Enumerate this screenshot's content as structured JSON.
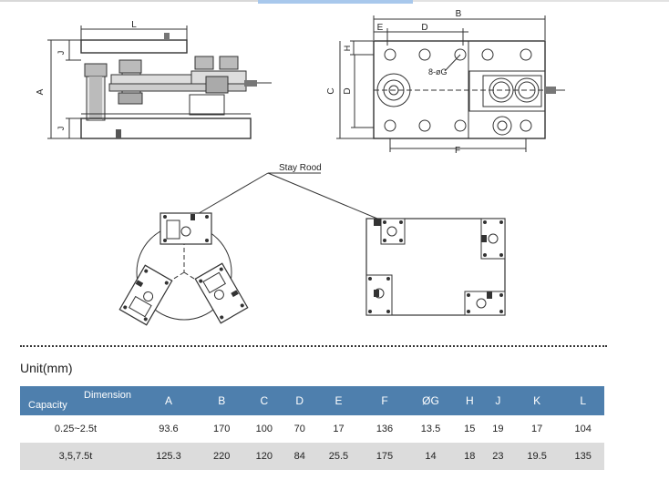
{
  "drawing": {
    "labels": {
      "L": "L",
      "A": "A",
      "J": "J",
      "B": "B",
      "E": "E",
      "D": "D",
      "H": "H",
      "C": "C",
      "F": "F",
      "G": "8-øG"
    },
    "stay_rod": "Stay Rood"
  },
  "unit_label": "Unit(mm)",
  "table": {
    "corner_top": "Dimension",
    "corner_bottom": "Capacity",
    "columns": [
      "A",
      "B",
      "C",
      "D",
      "E",
      "F",
      "ØG",
      "H",
      "J",
      "K",
      "L"
    ],
    "rows": [
      {
        "capacity": "0.25~2.5t",
        "values": [
          "93.6",
          "170",
          "100",
          "70",
          "17",
          "136",
          "13.5",
          "15",
          "19",
          "17",
          "104"
        ]
      },
      {
        "capacity": "3,5,7.5t",
        "values": [
          "125.3",
          "220",
          "120",
          "84",
          "25.5",
          "175",
          "14",
          "18",
          "23",
          "19.5",
          "135"
        ]
      }
    ]
  }
}
